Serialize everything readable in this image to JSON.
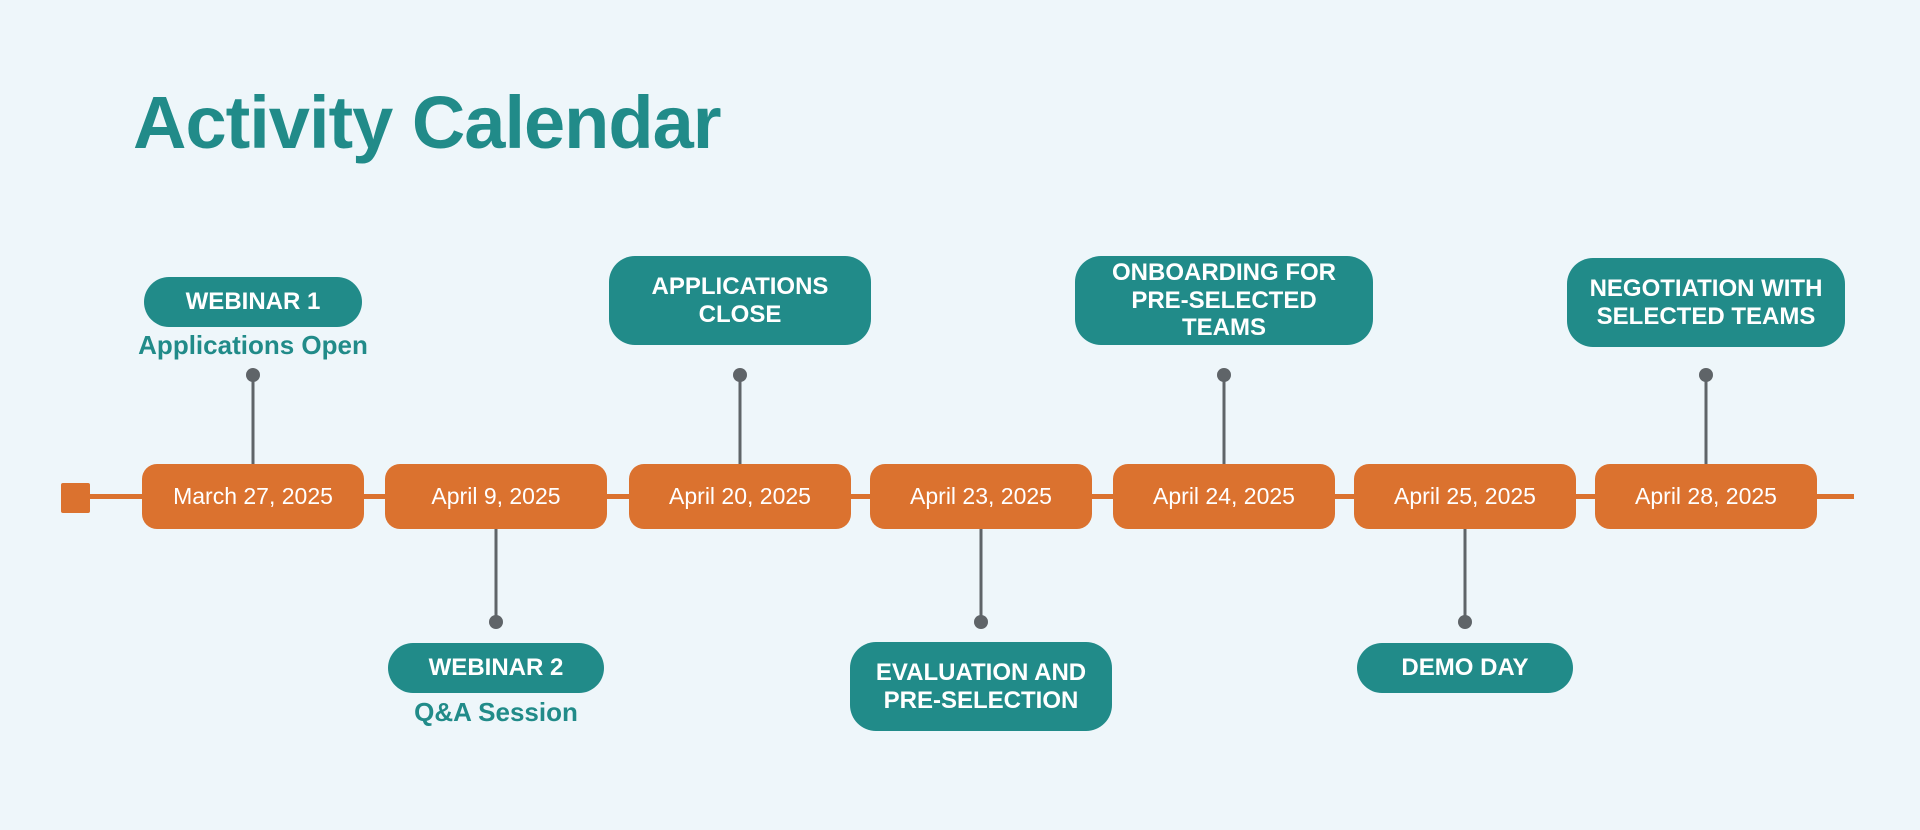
{
  "title": "Activity Calendar",
  "colors": {
    "background": "#eef6fa",
    "accent_teal": "#218b89",
    "accent_orange": "#db722f",
    "connector": "#5f6468"
  },
  "dates": [
    "March 27, 2025",
    "April 9, 2025",
    "April 20, 2025",
    "April 23, 2025",
    "April 24, 2025",
    "April 25, 2025",
    "April 28, 2025"
  ],
  "events": [
    {
      "position": "above",
      "label_lines": [
        "WEBINAR 1"
      ],
      "subtitle": "Applications Open"
    },
    {
      "position": "below",
      "label_lines": [
        "WEBINAR 2"
      ],
      "subtitle": "Q&A Session"
    },
    {
      "position": "above",
      "label_lines": [
        "APPLICATIONS",
        "CLOSE"
      ]
    },
    {
      "position": "below",
      "label_lines": [
        "EVALUATION AND",
        "PRE-SELECTION"
      ]
    },
    {
      "position": "above",
      "label_lines": [
        "ONBOARDING FOR",
        "PRE-SELECTED TEAMS"
      ]
    },
    {
      "position": "below",
      "label_lines": [
        "DEMO DAY"
      ]
    },
    {
      "position": "above",
      "label_lines": [
        "NEGOTIATION WITH",
        "SELECTED TEAMS"
      ]
    }
  ]
}
